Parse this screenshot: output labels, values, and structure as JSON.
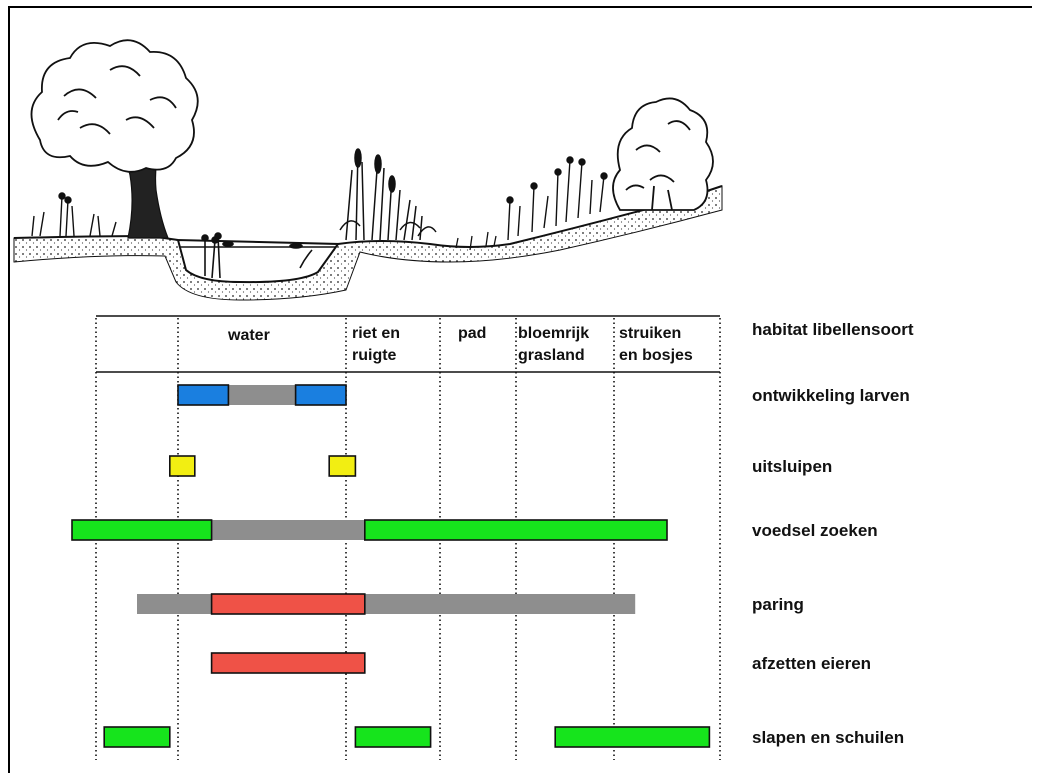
{
  "columns": [
    {
      "key": "edge",
      "label": ""
    },
    {
      "key": "water",
      "label": "water"
    },
    {
      "key": "riet",
      "label": "riet en\nruigte"
    },
    {
      "key": "pad",
      "label": "pad"
    },
    {
      "key": "gras",
      "label": "bloemrijk\ngrasland"
    },
    {
      "key": "struik",
      "label": "struiken\nen bosjes"
    }
  ],
  "header_label": "habitat libellensoort",
  "colors": {
    "blue": "#1a7fe0",
    "yellow": "#f2ee12",
    "green": "#16e41c",
    "red": "#ef5247",
    "gray": "#8e8e8e"
  },
  "rows": [
    {
      "label": "ontwikkeling larven",
      "segments": [
        {
          "col_from": 1.0,
          "col_to": 1.3,
          "color": "blue"
        },
        {
          "col_from": 1.3,
          "col_to": 1.7,
          "color": "gray"
        },
        {
          "col_from": 1.7,
          "col_to": 2.0,
          "color": "blue"
        }
      ]
    },
    {
      "label": "uitsluipen",
      "segments": [
        {
          "col_from": 0.9,
          "col_to": 1.1,
          "color": "yellow"
        },
        {
          "col_from": 1.9,
          "col_to": 2.1,
          "color": "yellow"
        }
      ]
    },
    {
      "label": "voedsel zoeken",
      "segments": [
        {
          "col_from": 0.0,
          "col_to": 1.2,
          "color": "green"
        },
        {
          "col_from": 1.2,
          "col_to": 2.2,
          "color": "gray"
        },
        {
          "col_from": 2.2,
          "col_to": 5.5,
          "color": "green"
        }
      ]
    },
    {
      "label": "paring",
      "segments": [
        {
          "col_from": 0.5,
          "col_to": 1.2,
          "color": "gray"
        },
        {
          "col_from": 1.2,
          "col_to": 2.2,
          "color": "red"
        },
        {
          "col_from": 2.2,
          "col_to": 5.2,
          "color": "gray"
        }
      ]
    },
    {
      "label": "afzetten eieren",
      "segments": [
        {
          "col_from": 1.2,
          "col_to": 2.2,
          "color": "red"
        }
      ]
    },
    {
      "label": "slapen en schuilen",
      "segments": [
        {
          "col_from": 0.1,
          "col_to": 0.9,
          "color": "green"
        },
        {
          "col_from": 2.1,
          "col_to": 2.9,
          "color": "green"
        },
        {
          "col_from": 4.4,
          "col_to": 5.9,
          "color": "green"
        }
      ]
    }
  ]
}
